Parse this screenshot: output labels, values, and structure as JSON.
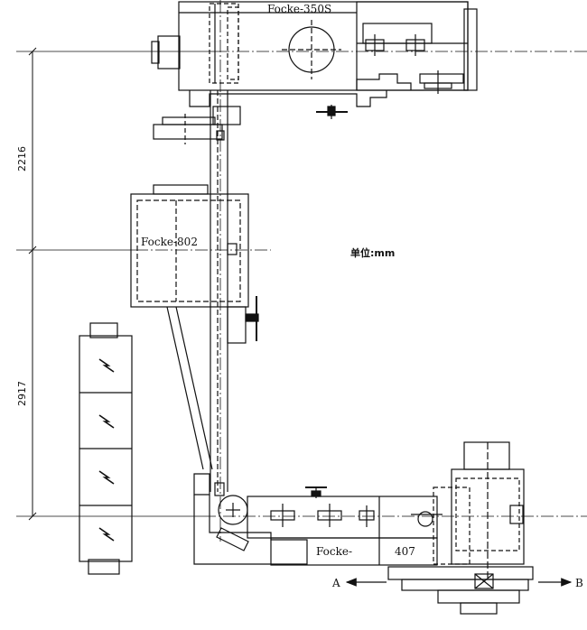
{
  "machines": {
    "top_label": "Focke-350S",
    "middle_label": "Focke-802",
    "bottom_label_a": "Focke-",
    "bottom_label_b": "407"
  },
  "dimensions": {
    "upper": "2216",
    "lower": "2917"
  },
  "unit_label": "单位:mm",
  "directions": {
    "left": "A",
    "right": "B"
  },
  "icons": {
    "conveyor_segments": "lightning-icon",
    "handwheel": "handwheel-icon",
    "motor": "motor-crossbox-icon"
  }
}
